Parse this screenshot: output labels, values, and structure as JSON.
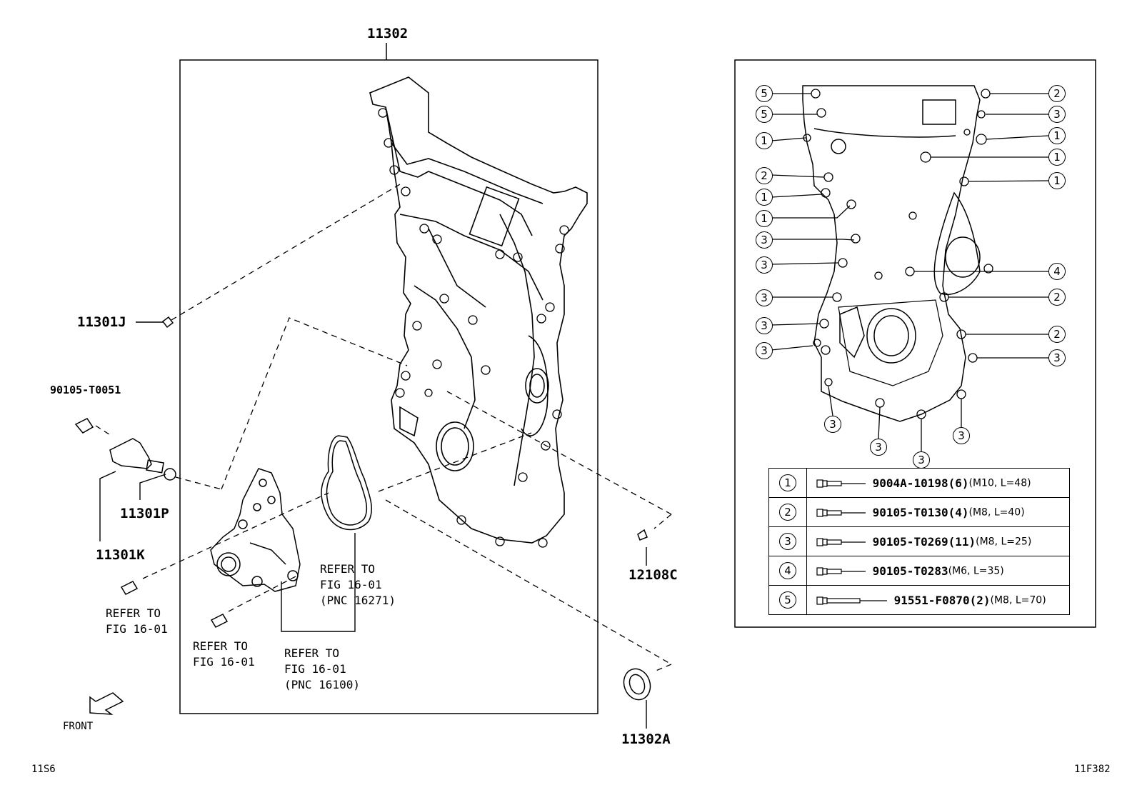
{
  "labels": {
    "main_part": "11302",
    "gasket": "11301J",
    "bolt_sensor": "90105-T0051",
    "o_ring": "11301P",
    "sensor": "11301K",
    "plug": "12108C",
    "seal": "11302A",
    "front": "FRONT",
    "code_left": "11S6",
    "code_right": "11F382"
  },
  "notes": {
    "ref_fig_a": "REFER TO\nFIG 16-01",
    "ref_fig_b": "REFER TO\nFIG 16-01",
    "ref_pnc_16271": "REFER TO\nFIG 16-01\n(PNC 16271)",
    "ref_pnc_16100": "REFER TO\nFIG 16-01\n(PNC 16100)"
  },
  "callouts": {
    "left": [
      "5",
      "5",
      "1",
      "2",
      "1",
      "1",
      "3",
      "3",
      "3",
      "3",
      "3"
    ],
    "right": [
      "2",
      "3",
      "1",
      "1",
      "1",
      "4",
      "2",
      "2",
      "3"
    ],
    "bottom": [
      "3",
      "3",
      "3",
      "3"
    ]
  },
  "legend": [
    {
      "num": "1",
      "part": "9004A-10198",
      "qty": "(6)",
      "spec": "(M10, L=48)"
    },
    {
      "num": "2",
      "part": "90105-T0130",
      "qty": "(4)",
      "spec": "(M8, L=40)"
    },
    {
      "num": "3",
      "part": "90105-T0269",
      "qty": "(11)",
      "spec": "(M8, L=25)"
    },
    {
      "num": "4",
      "part": "90105-T0283",
      "qty": "",
      "spec": "(M6, L=35)"
    },
    {
      "num": "5",
      "part": "91551-F0870",
      "qty": "(2)",
      "spec": "(M8, L=70)"
    }
  ]
}
